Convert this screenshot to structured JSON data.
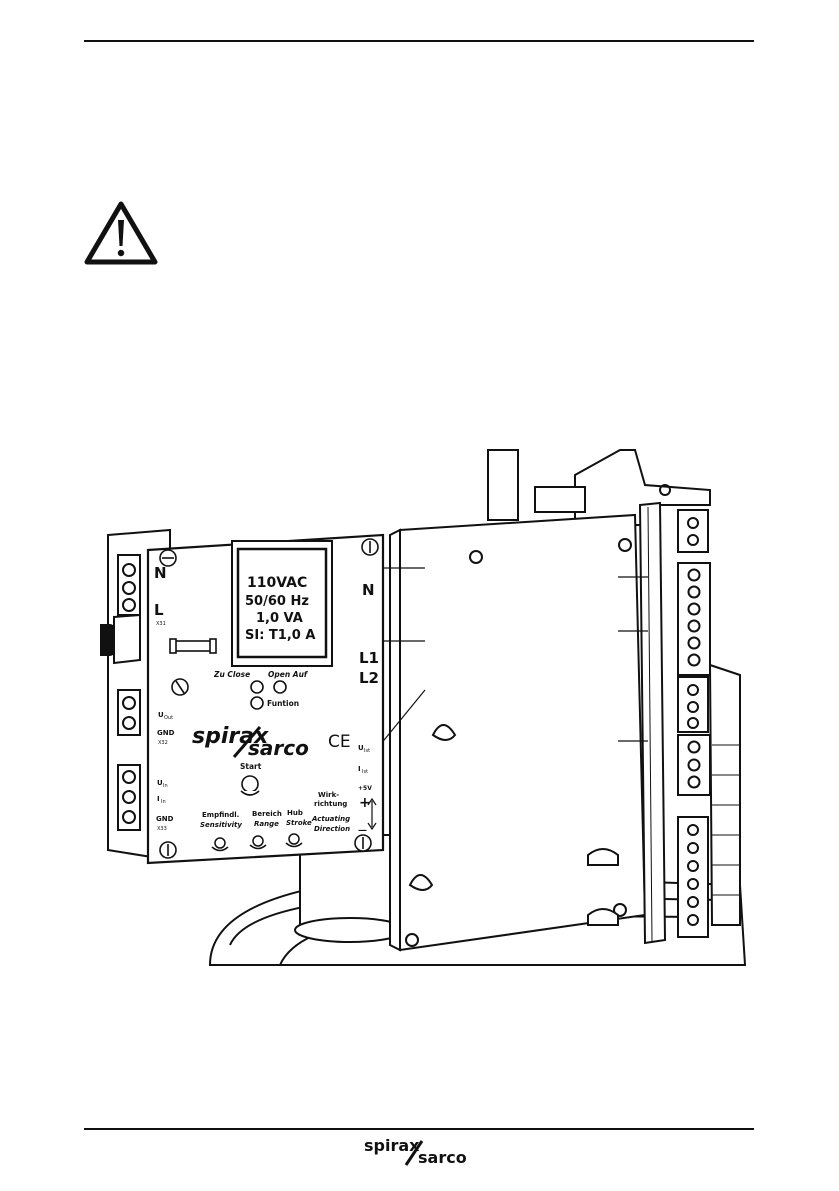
{
  "page": {
    "header_rule": true,
    "footer_rule": true
  },
  "warning": {
    "icon": "warning-triangle-icon"
  },
  "pcb": {
    "transformer": {
      "line1": "110VAC",
      "line2": "50/60 Hz",
      "line3": "1,0 VA",
      "line4": "SI: T1,0 A"
    },
    "left_labels": {
      "n": "N",
      "l": "L",
      "x31": "X31",
      "u_out": "U",
      "u_out_sub": "Out",
      "gnd1": "GND",
      "x32": "X32",
      "u_in": "U",
      "u_in_sub": "In",
      "i_in": "I",
      "i_in_sub": "In",
      "gnd2": "GND",
      "x33": "X33"
    },
    "right_labels": {
      "n": "N",
      "l1": "L1",
      "l2": "L2",
      "u_ist": "U",
      "u_ist_sub": "Ist",
      "i_ist": "I",
      "i_ist_sub": "Ist",
      "plus_5v": "+5V",
      "plus": "+",
      "minus": "—"
    },
    "led_labels": {
      "close": "Zu Close",
      "open": "Open Auf",
      "function": "Funtion"
    },
    "start": "Start",
    "ce_mark": "CE",
    "brand_top": "spirax",
    "brand_bottom": "sarco",
    "pots": {
      "sensitivity_de": "Empfindl.",
      "sensitivity_en": "Sensitivity",
      "range_de": "Bereich",
      "range_en": "Range",
      "stroke_de": "Hub",
      "stroke_en": "Stroke",
      "direction_de1": "Wirk-",
      "direction_de2": "richtung",
      "direction_en1": "Actuating",
      "direction_en2": "Direction"
    }
  },
  "footer": {
    "brand_top": "spirax",
    "brand_bottom": "sarco"
  },
  "colors": {
    "ink": "#111111",
    "paper": "#ffffff",
    "panel": "#f4f4f4"
  }
}
